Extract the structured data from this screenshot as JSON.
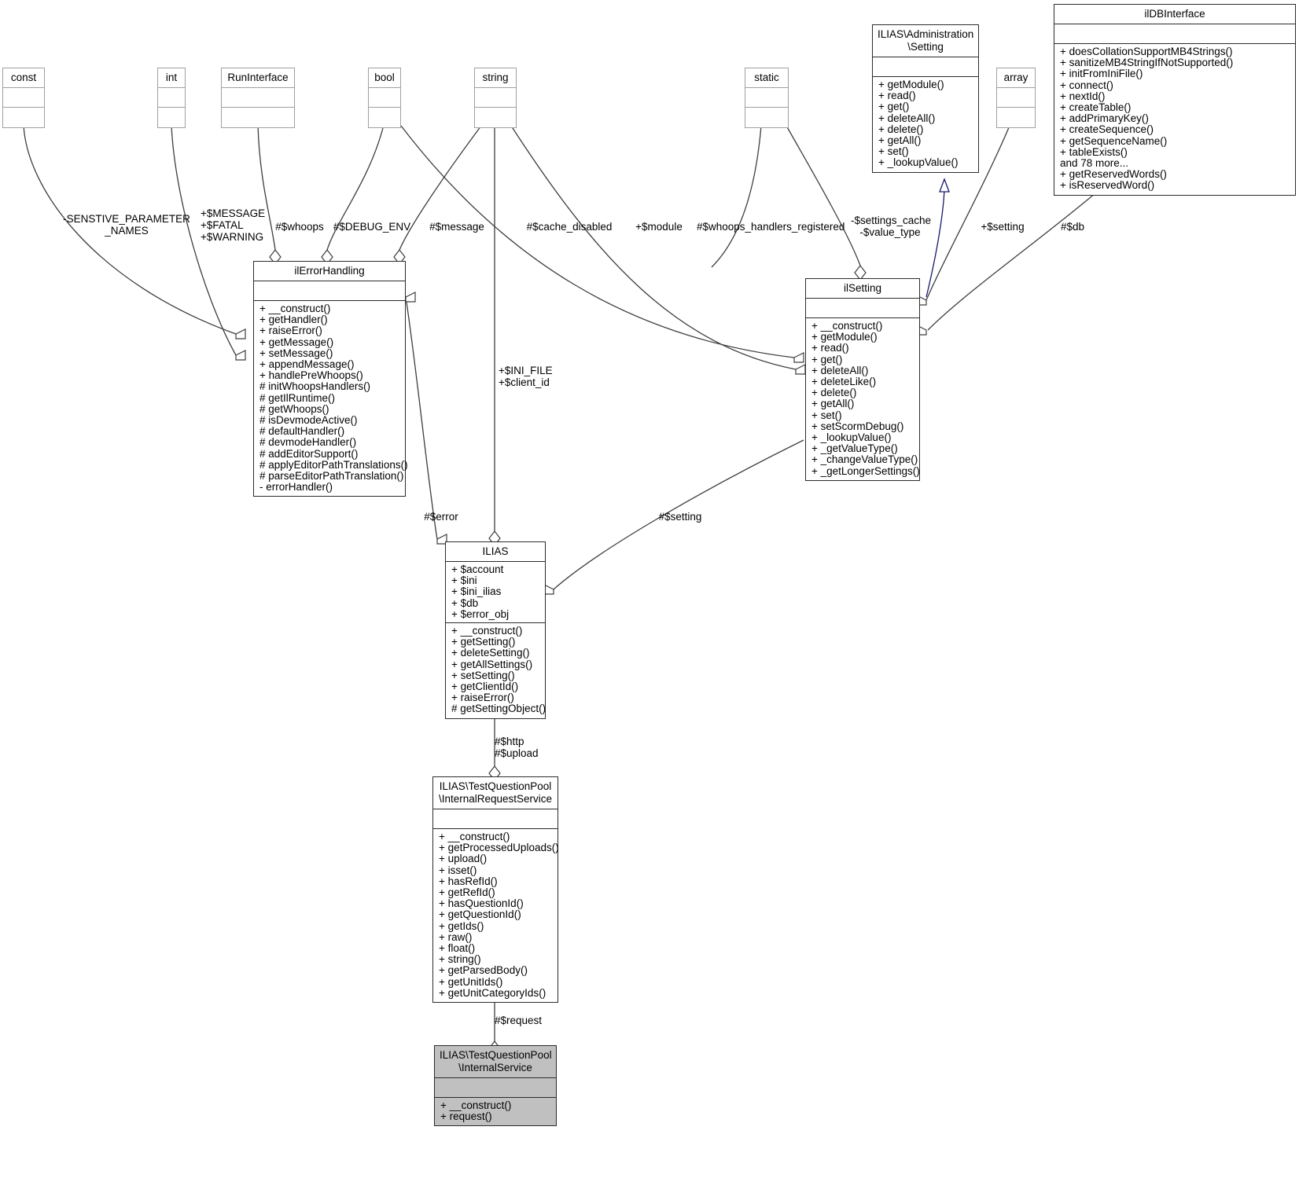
{
  "diagram": {
    "title": "ILIAS\\TestQuestionPool\\InternalService collaboration diagram",
    "type": "uml-collaboration",
    "accent_inheritance_color": "#191970",
    "edge_color": "#3d3d3d",
    "node_border_light": "#a0a0a0",
    "node_border_dark": "#2b2b2b",
    "highlight_fill": "#c0c0c0"
  },
  "nodes": {
    "const": {
      "title": "const",
      "attrs": [],
      "ops": []
    },
    "int": {
      "title": "int",
      "attrs": [],
      "ops": []
    },
    "runinterface": {
      "title": "RunInterface",
      "attrs": [],
      "ops": []
    },
    "bool": {
      "title": "bool",
      "attrs": [],
      "ops": []
    },
    "string": {
      "title": "string",
      "attrs": [],
      "ops": []
    },
    "static": {
      "title": "static",
      "attrs": [],
      "ops": []
    },
    "array": {
      "title": "array",
      "attrs": [],
      "ops": []
    },
    "administration_setting": {
      "title": "ILIAS\\Administration\n\\Setting",
      "attrs": [],
      "ops": [
        "+ getModule()",
        "+ read()",
        "+ get()",
        "+ deleteAll()",
        "+ delete()",
        "+ getAll()",
        "+ set()",
        "+ _lookupValue()"
      ]
    },
    "ildbinterface": {
      "title": "ilDBInterface",
      "attrs": [],
      "ops": [
        "+ doesCollationSupportMB4Strings()",
        "+ sanitizeMB4StringIfNotSupported()",
        "+ initFromIniFile()",
        "+ connect()",
        "+ nextId()",
        "+ createTable()",
        "+ addPrimaryKey()",
        "+ createSequence()",
        "+ getSequenceName()",
        "+ tableExists()",
        "and 78 more...",
        "+ getReservedWords()",
        "+ isReservedWord()"
      ]
    },
    "ilerrorhandling": {
      "title": "ilErrorHandling",
      "attrs": [],
      "ops": [
        "+ __construct()",
        "+ getHandler()",
        "+ raiseError()",
        "+ getMessage()",
        "+ setMessage()",
        "+ appendMessage()",
        "+ handlePreWhoops()",
        "# initWhoopsHandlers()",
        "# getIlRuntime()",
        "# getWhoops()",
        "# isDevmodeActive()",
        "# defaultHandler()",
        "# devmodeHandler()",
        "# addEditorSupport()",
        "# applyEditorPathTranslations()",
        "# parseEditorPathTranslation()",
        "- errorHandler()"
      ]
    },
    "ilsetting": {
      "title": "ilSetting",
      "attrs": [],
      "ops": [
        "+ __construct()",
        "+ getModule()",
        "+ read()",
        "+ get()",
        "+ deleteAll()",
        "+ deleteLike()",
        "+ delete()",
        "+ getAll()",
        "+ set()",
        "+ setScormDebug()",
        "+ _lookupValue()",
        "+ _getValueType()",
        "+ _changeValueType()",
        "+ _getLongerSettings()"
      ]
    },
    "ilias": {
      "title": "ILIAS",
      "attrs": [
        "+ $account",
        "+ $ini",
        "+ $ini_ilias",
        "+ $db",
        "+ $error_obj"
      ],
      "ops": [
        "+ __construct()",
        "+ getSetting()",
        "+ deleteSetting()",
        "+ getAllSettings()",
        "+ setSetting()",
        "+ getClientId()",
        "+ raiseError()",
        "# getSettingObject()"
      ]
    },
    "internalrequestservice": {
      "title": "ILIAS\\TestQuestionPool\n\\InternalRequestService",
      "attrs": [],
      "ops": [
        "+ __construct()",
        "+ getProcessedUploads()",
        "+ upload()",
        "+ isset()",
        "+ hasRefId()",
        "+ getRefId()",
        "+ hasQuestionId()",
        "+ getQuestionId()",
        "+ getIds()",
        "+ raw()",
        "+ float()",
        "+ string()",
        "+ getParsedBody()",
        "+ getUnitIds()",
        "+ getUnitCategoryIds()"
      ]
    },
    "internalservice": {
      "title": "ILIAS\\TestQuestionPool\n\\InternalService",
      "attrs": [],
      "ops": [
        "+ __construct()",
        "+ request()"
      ]
    }
  },
  "edge_labels": {
    "sensitive_parameter_names": "-SENSTIVE_PARAMETER\n_NAMES",
    "message_fatal_warning": "+$MESSAGE\n+$FATAL\n+$WARNING",
    "whoops": "#$whoops",
    "debug_env": "#$DEBUG_ENV",
    "message": "#$message",
    "cache_disabled": "#$cache_disabled",
    "module": "+$module",
    "whoops_handlers_registered": "#$whoops_handlers_registered",
    "settings_cache_value_type": "-$settings_cache\n-$value_type",
    "setting_top": "+$setting",
    "db": "#$db",
    "ini_file_client_id": "+$INI_FILE\n+$client_id",
    "error": "#$error",
    "setting_mid": "#$setting",
    "http_upload": "#$http\n#$upload",
    "request": "#$request"
  }
}
